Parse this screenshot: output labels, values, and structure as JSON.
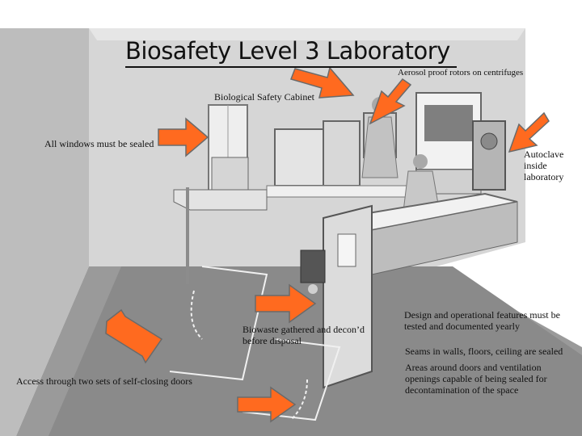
{
  "title": "Biosafety Level 3 Laboratory",
  "labels": {
    "aerosol_rotors": "Aerosol proof rotors on centrifuges",
    "bsc": "Biological Safety Cabinet",
    "windows_sealed": "All windows must be sealed",
    "autoclave": "Autoclave inside laboratory",
    "biowaste": "Biowaste gathered and decon’d before disposal",
    "design_features": "Design and operational features must be tested and documented yearly",
    "seams_sealed": "Seams in walls, floors, ceiling are sealed",
    "access_doors": "Access through two sets of self-closing doors",
    "areas_sealed": "Areas around doors and ventilation openings capable of being sealed for decontamination of the space"
  },
  "colors": {
    "arrow_fill": "#ff6a1f",
    "arrow_stroke": "#6a6a6a",
    "wall": "#c9c9c9",
    "floor": "#8c8c8c",
    "equipment": "#e4e4e4"
  }
}
